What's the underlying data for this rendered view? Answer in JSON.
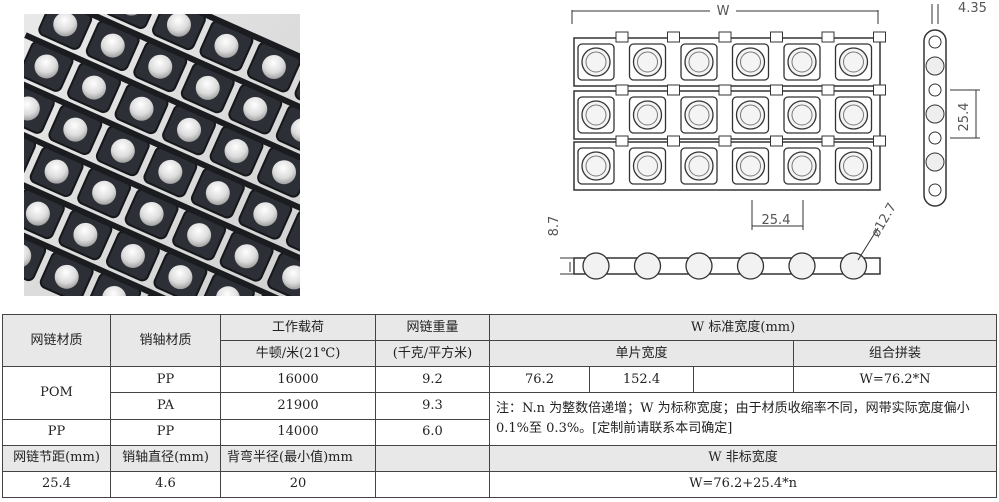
{
  "drawing": {
    "dim_width": "W",
    "dim_thickness": "4.35",
    "dim_pitch_vertical": "25.4",
    "dim_pitch_horizontal": "25.4",
    "dim_height": "8.7",
    "dim_ball": "ø12.7"
  },
  "table": {
    "h_mesh_material": "网链材质",
    "h_pin_material": "销轴材质",
    "h_work_load": "工作载荷",
    "h_work_load_unit": "牛顿/米(21℃)",
    "h_weight": "网链重量",
    "h_weight_unit": "(千克/平方米)",
    "h_std_width": "W 标准宽度(mm)",
    "h_single_width": "单片宽度",
    "h_combined": "组合拼装",
    "rows": [
      {
        "mesh": "POM",
        "pin": "PP",
        "load": "16000",
        "weight": "9.2",
        "w1": "76.2",
        "w2": "152.4",
        "w3": "",
        "combo": "W=76.2*N"
      },
      {
        "pin": "PA",
        "load": "21900",
        "weight": "9.3"
      },
      {
        "mesh": "PP",
        "pin": "PP",
        "load": "14000",
        "weight": "6.0"
      }
    ],
    "note": "注：N.n 为整数倍递增；W 为标称宽度；由于材质收缩率不同，网带实际宽度偏小 0.1%至 0.3%。[定制前请联系本司确定]",
    "h_pitch": "网链节距(mm)",
    "h_pin_dia": "销轴直径(mm)",
    "h_bend_radius": "背弯半径(最小值)mm",
    "h_nonstd": "W 非标宽度",
    "pitch": "25.4",
    "pin_dia": "4.6",
    "bend_radius": "20",
    "nonstd_formula": "W=76.2+25.4*n"
  }
}
